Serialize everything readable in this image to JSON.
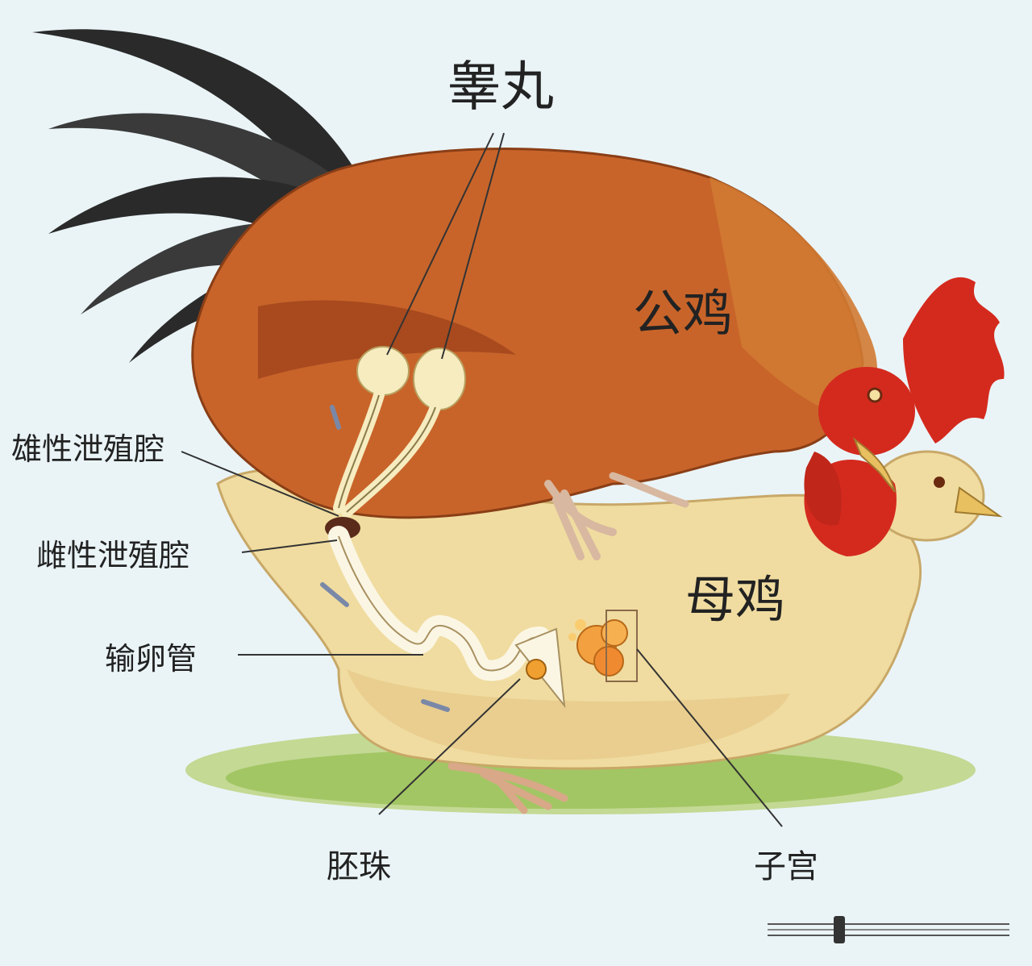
{
  "labels": {
    "testis": "睾丸",
    "rooster": "公鸡",
    "hen": "母鸡",
    "male_cloaca": "雄性泄殖腔",
    "female_cloaca": "雌性泄殖腔",
    "oviduct": "输卵管",
    "blastodisc": "胚珠",
    "uterus": "子宫"
  },
  "colors": {
    "background": "#eaf4f7",
    "rooster_body": "#c8642a",
    "hen_body": "#f0dca0",
    "comb": "#d42a1e",
    "tail": "#2a2a2a",
    "organs": "#f6ecc0",
    "grass": "#9cc25a"
  }
}
